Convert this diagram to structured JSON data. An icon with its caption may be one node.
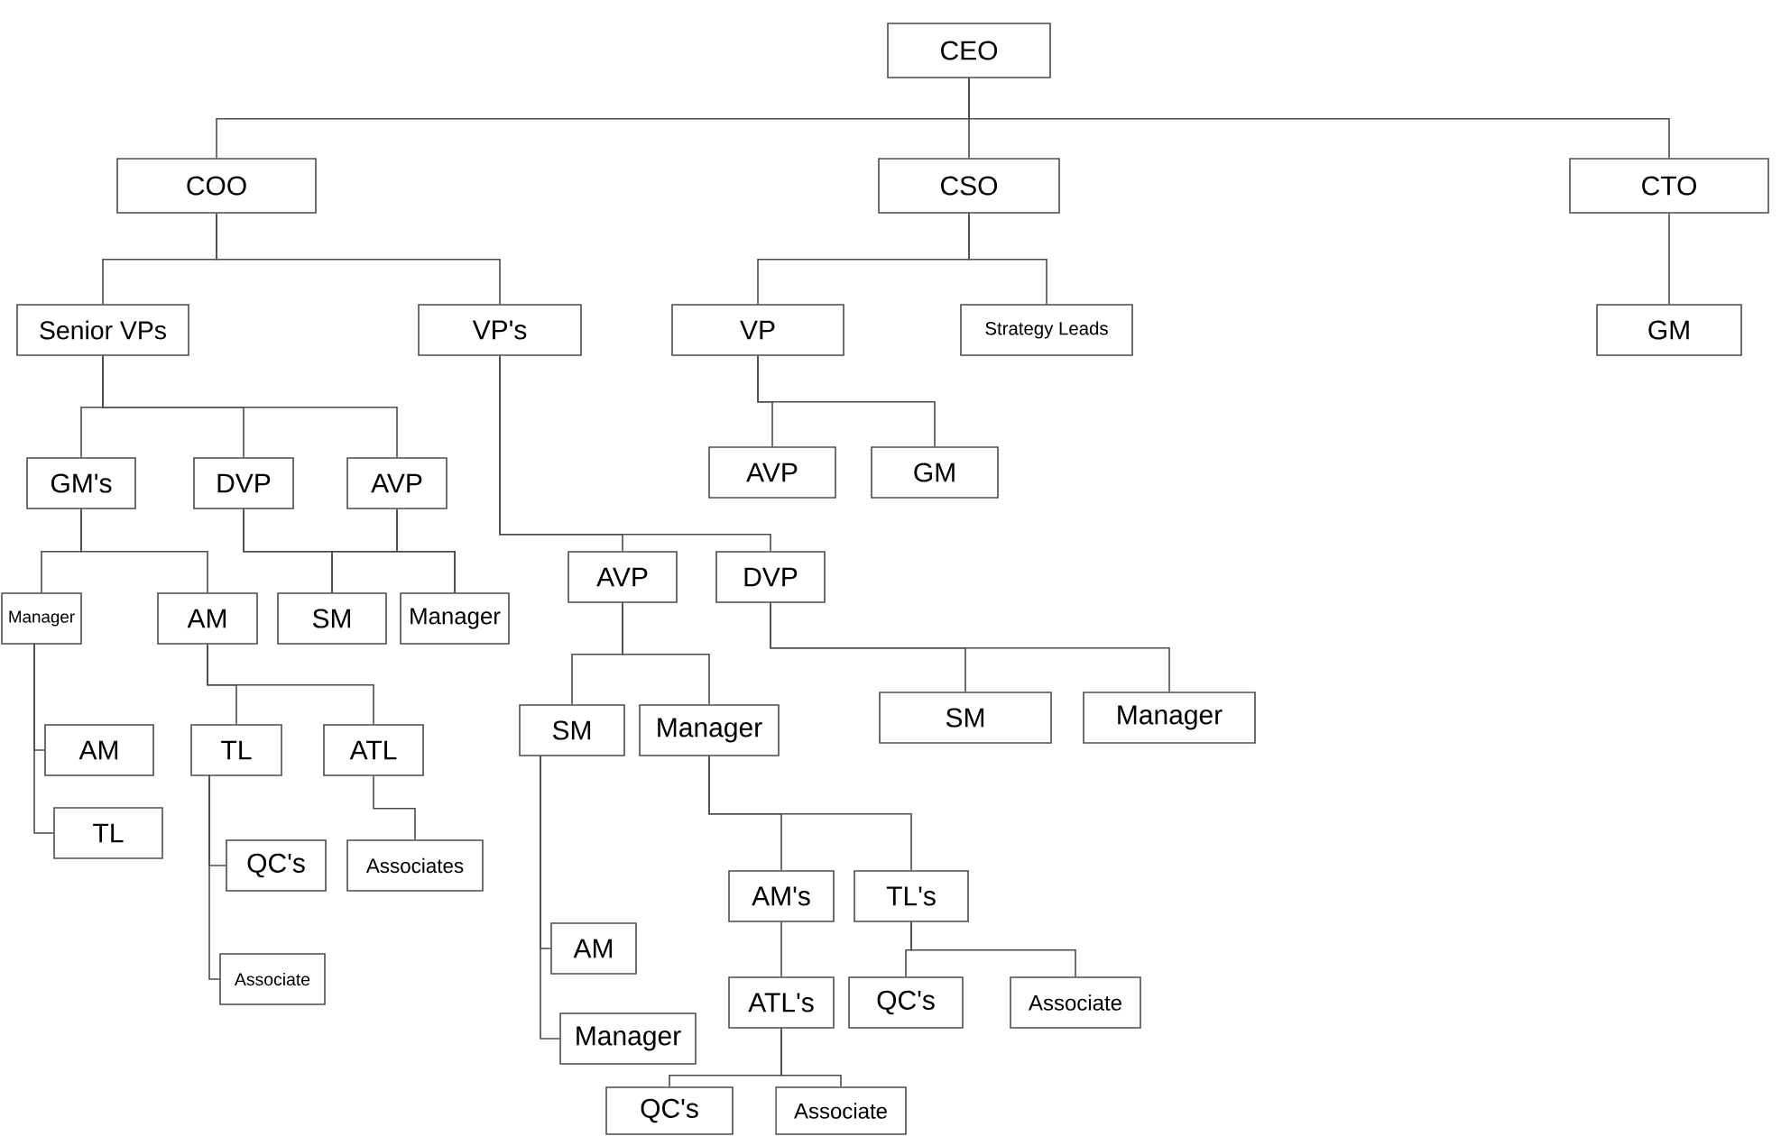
{
  "diagram": {
    "nodes": [
      {
        "text": [
          "CEO"
        ]
      },
      {
        "text": [
          "COO"
        ]
      },
      {
        "text": [
          "CSO"
        ]
      },
      {
        "text": [
          "CTO"
        ]
      },
      {
        "text": [
          "Senior VPs"
        ]
      },
      {
        "text": [
          "VP's"
        ]
      },
      {
        "text": [
          "VP"
        ]
      },
      {
        "text": [
          "Strategy Leads"
        ]
      },
      {
        "text": [
          "GM"
        ]
      },
      {
        "text": [
          "GM's"
        ]
      },
      {
        "text": [
          "DVP"
        ]
      },
      {
        "text": [
          "AVP"
        ]
      },
      {
        "text": [
          "AVP"
        ]
      },
      {
        "text": [
          "GM"
        ]
      },
      {
        "text": [
          "Manager"
        ]
      },
      {
        "text": [
          "AM"
        ]
      },
      {
        "text": [
          "SM"
        ]
      },
      {
        "text": [
          "Manager"
        ]
      },
      {
        "text": [
          "AVP"
        ]
      },
      {
        "text": [
          "DVP"
        ]
      },
      {
        "text": [
          "SM"
        ]
      },
      {
        "text": [
          "Manager"
        ]
      },
      {
        "text": [
          "SM"
        ]
      },
      {
        "text": [
          "Manager"
        ]
      },
      {
        "text": [
          "AM"
        ]
      },
      {
        "text": [
          "TL"
        ]
      },
      {
        "text": [
          "ATL"
        ]
      },
      {
        "text": [
          "TL"
        ]
      },
      {
        "text": [
          "QC's"
        ]
      },
      {
        "text": [
          "Associates"
        ]
      },
      {
        "text": [
          "AM's"
        ]
      },
      {
        "text": [
          "TL's"
        ]
      },
      {
        "text": [
          "Associate"
        ]
      },
      {
        "text": [
          "AM"
        ]
      },
      {
        "text": [
          "Manager"
        ]
      },
      {
        "text": [
          "ATL's"
        ]
      },
      {
        "text": [
          "QC's"
        ]
      },
      {
        "text": [
          "Associate"
        ]
      },
      {
        "text": [
          "QC's"
        ]
      },
      {
        "text": [
          "Associate"
        ]
      }
    ],
    "edges": [
      {
        "from": 0,
        "to": 1,
        "arrow": "none"
      },
      {
        "from": 0,
        "to": 2,
        "arrow": "none"
      },
      {
        "from": 0,
        "to": 3,
        "arrow": "none"
      },
      {
        "from": 1,
        "to": 4,
        "arrow": "none"
      },
      {
        "from": 1,
        "to": 5,
        "arrow": "none"
      },
      {
        "from": 2,
        "to": 6,
        "arrow": "none"
      },
      {
        "from": 2,
        "to": 7,
        "arrow": "none"
      },
      {
        "from": 3,
        "to": 8,
        "arrow": "none"
      },
      {
        "from": 4,
        "to": 9,
        "arrow": "none"
      },
      {
        "from": 4,
        "to": 10,
        "arrow": "none"
      },
      {
        "from": 4,
        "to": 11,
        "arrow": "none"
      },
      {
        "from": 6,
        "to": 12,
        "arrow": "none"
      },
      {
        "from": 6,
        "to": 13,
        "arrow": "none"
      },
      {
        "from": 5,
        "to": 18,
        "arrow": "none"
      },
      {
        "from": 5,
        "to": 19,
        "arrow": "none"
      },
      {
        "from": 9,
        "to": 14,
        "arrow": "none"
      },
      {
        "from": 9,
        "to": 15,
        "arrow": "none"
      },
      {
        "from": 10,
        "to": 16,
        "arrow": "none"
      },
      {
        "from": 10,
        "to": 17,
        "arrow": "none"
      },
      {
        "from": 11,
        "to": 16,
        "arrow": "none"
      },
      {
        "from": 11,
        "to": 17,
        "arrow": "none"
      },
      {
        "from": 15,
        "to": 25,
        "arrow": "none"
      },
      {
        "from": 15,
        "to": 26,
        "arrow": "none"
      },
      {
        "from": 19,
        "to": 20,
        "arrow": "none"
      },
      {
        "from": 19,
        "to": 21,
        "arrow": "none"
      },
      {
        "from": 18,
        "to": 22,
        "arrow": "none"
      },
      {
        "from": 18,
        "to": 23,
        "arrow": "none"
      },
      {
        "from": 14,
        "to": 24,
        "arrow": "none"
      },
      {
        "from": 14,
        "to": 27,
        "arrow": "none"
      },
      {
        "from": 25,
        "to": 28,
        "arrow": "none"
      },
      {
        "from": 25,
        "to": 32,
        "arrow": "none"
      },
      {
        "from": 26,
        "to": 29,
        "arrow": "none"
      },
      {
        "from": 23,
        "to": 30,
        "arrow": "none"
      },
      {
        "from": 23,
        "to": 31,
        "arrow": "none"
      },
      {
        "from": 22,
        "to": 33,
        "arrow": "none"
      },
      {
        "from": 22,
        "to": 34,
        "arrow": "none"
      },
      {
        "from": 30,
        "to": 35,
        "arrow": "none"
      },
      {
        "from": 31,
        "to": 36,
        "arrow": "none"
      },
      {
        "from": 31,
        "to": 37,
        "arrow": "none"
      },
      {
        "from": 35,
        "to": 38,
        "arrow": "none"
      },
      {
        "from": 35,
        "to": 39,
        "arrow": "none"
      }
    ]
  }
}
